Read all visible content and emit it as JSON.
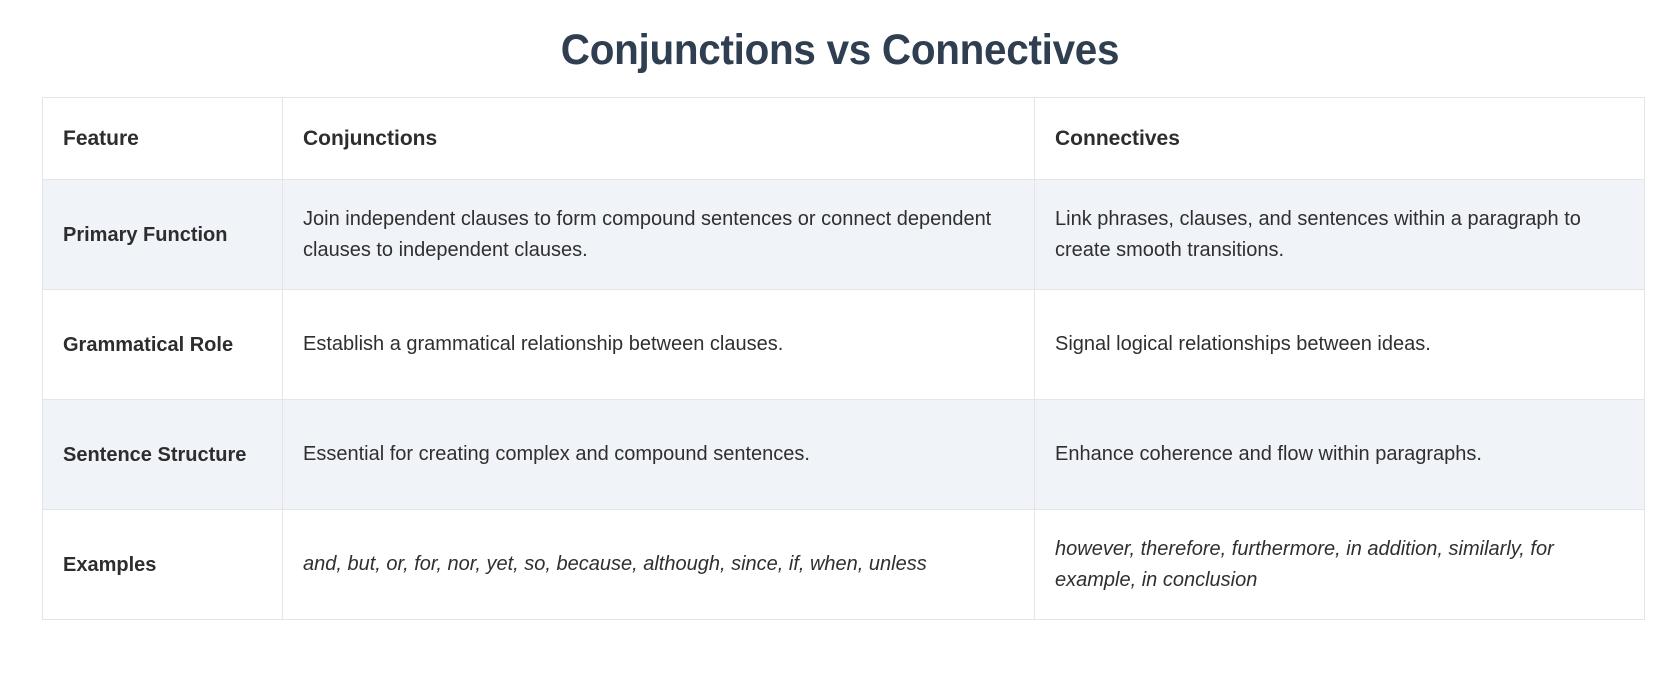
{
  "page": {
    "title": "Conjunctions vs Connectives",
    "title_color": "#2f3e50",
    "background_color": "#ffffff"
  },
  "table": {
    "shaded_row_color": "#f0f3f8",
    "plain_row_color": "#ffffff",
    "border_color": "#e3e5e8",
    "columns": [
      {
        "key": "feature",
        "label": "Feature"
      },
      {
        "key": "conjunctions",
        "label": "Conjunctions"
      },
      {
        "key": "connectives",
        "label": "Connectives"
      }
    ],
    "rows": [
      {
        "feature": "Primary Function",
        "conjunctions": "Join independent clauses to form compound sentences or connect dependent clauses to independent clauses.",
        "connectives": "Link phrases, clauses, and sentences within a paragraph to create smooth transitions.",
        "shaded": true,
        "italic": false
      },
      {
        "feature": "Grammatical Role",
        "conjunctions": "Establish a grammatical relationship between clauses.",
        "connectives": "Signal logical relationships between ideas.",
        "shaded": false,
        "italic": false
      },
      {
        "feature": "Sentence Structure",
        "conjunctions": "Essential for creating complex and compound sentences.",
        "connectives": "Enhance coherence and flow within paragraphs.",
        "shaded": true,
        "italic": false
      },
      {
        "feature": "Examples",
        "conjunctions": "and, but, or, for, nor, yet, so, because, although, since, if, when, unless",
        "connectives": "however, therefore, furthermore, in addition, similarly, for example, in conclusion",
        "shaded": false,
        "italic": true
      }
    ]
  }
}
